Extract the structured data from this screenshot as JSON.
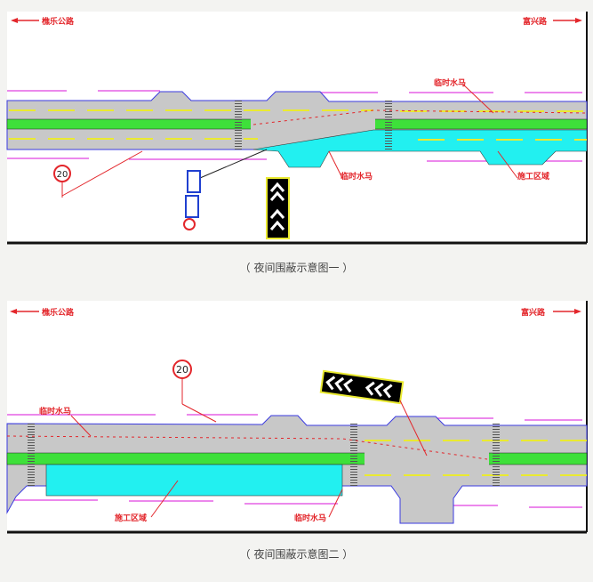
{
  "diagram1": {
    "west_road": "樵乐公路",
    "east_road": "富兴路",
    "barrier_label_1": "临时水马",
    "barrier_label_2": "临时水马",
    "work_zone_label": "施工区域",
    "speed_limit": "20",
    "caption": "（ 夜间围蔽示意图一 ）"
  },
  "diagram2": {
    "west_road": "樵乐公路",
    "east_road": "富兴路",
    "barrier_label_1": "临时水马",
    "barrier_label_2": "临时水马",
    "work_zone_label": "施工区域",
    "speed_limit": "20",
    "caption": "（ 夜间围蔽示意图二 ）"
  },
  "colors": {
    "road": "#c8c8c8",
    "median": "#3ee03a",
    "work_zone": "#22f0f0",
    "label": "#e3262b",
    "edge": "#3a3ae0",
    "sidewalk": "#e040e0"
  }
}
